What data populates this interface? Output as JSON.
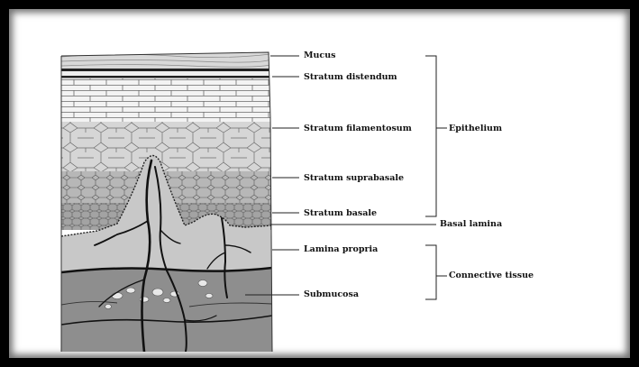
{
  "labels": {
    "mucus": "Mucus",
    "stratum_distendum": "Stratum distendum",
    "stratum_filamentosum": "Stratum filamentosum",
    "stratum_suprabasale": "Stratum suprabasale",
    "stratum_basale": "Stratum basale",
    "basal_lamina": "Basal lamina",
    "lamina_propria": "Lamina propria",
    "submucosa": "Submucosa",
    "epithelium": "Epithelium",
    "connective_tissue": "Connective tissue"
  },
  "colors": {
    "frame": "#000000",
    "background": "#ffffff",
    "mucus": "#d8d8d8",
    "distendum": "#f2f2f2",
    "filamentosum": "#d3d3d3",
    "suprabasale": "#b4b4b4",
    "basale": "#a0a0a0",
    "lamina_propria": "#c9c9c9",
    "submucosa": "#8f8f8f",
    "cell_line": "#555555",
    "vessel": "#111111"
  }
}
